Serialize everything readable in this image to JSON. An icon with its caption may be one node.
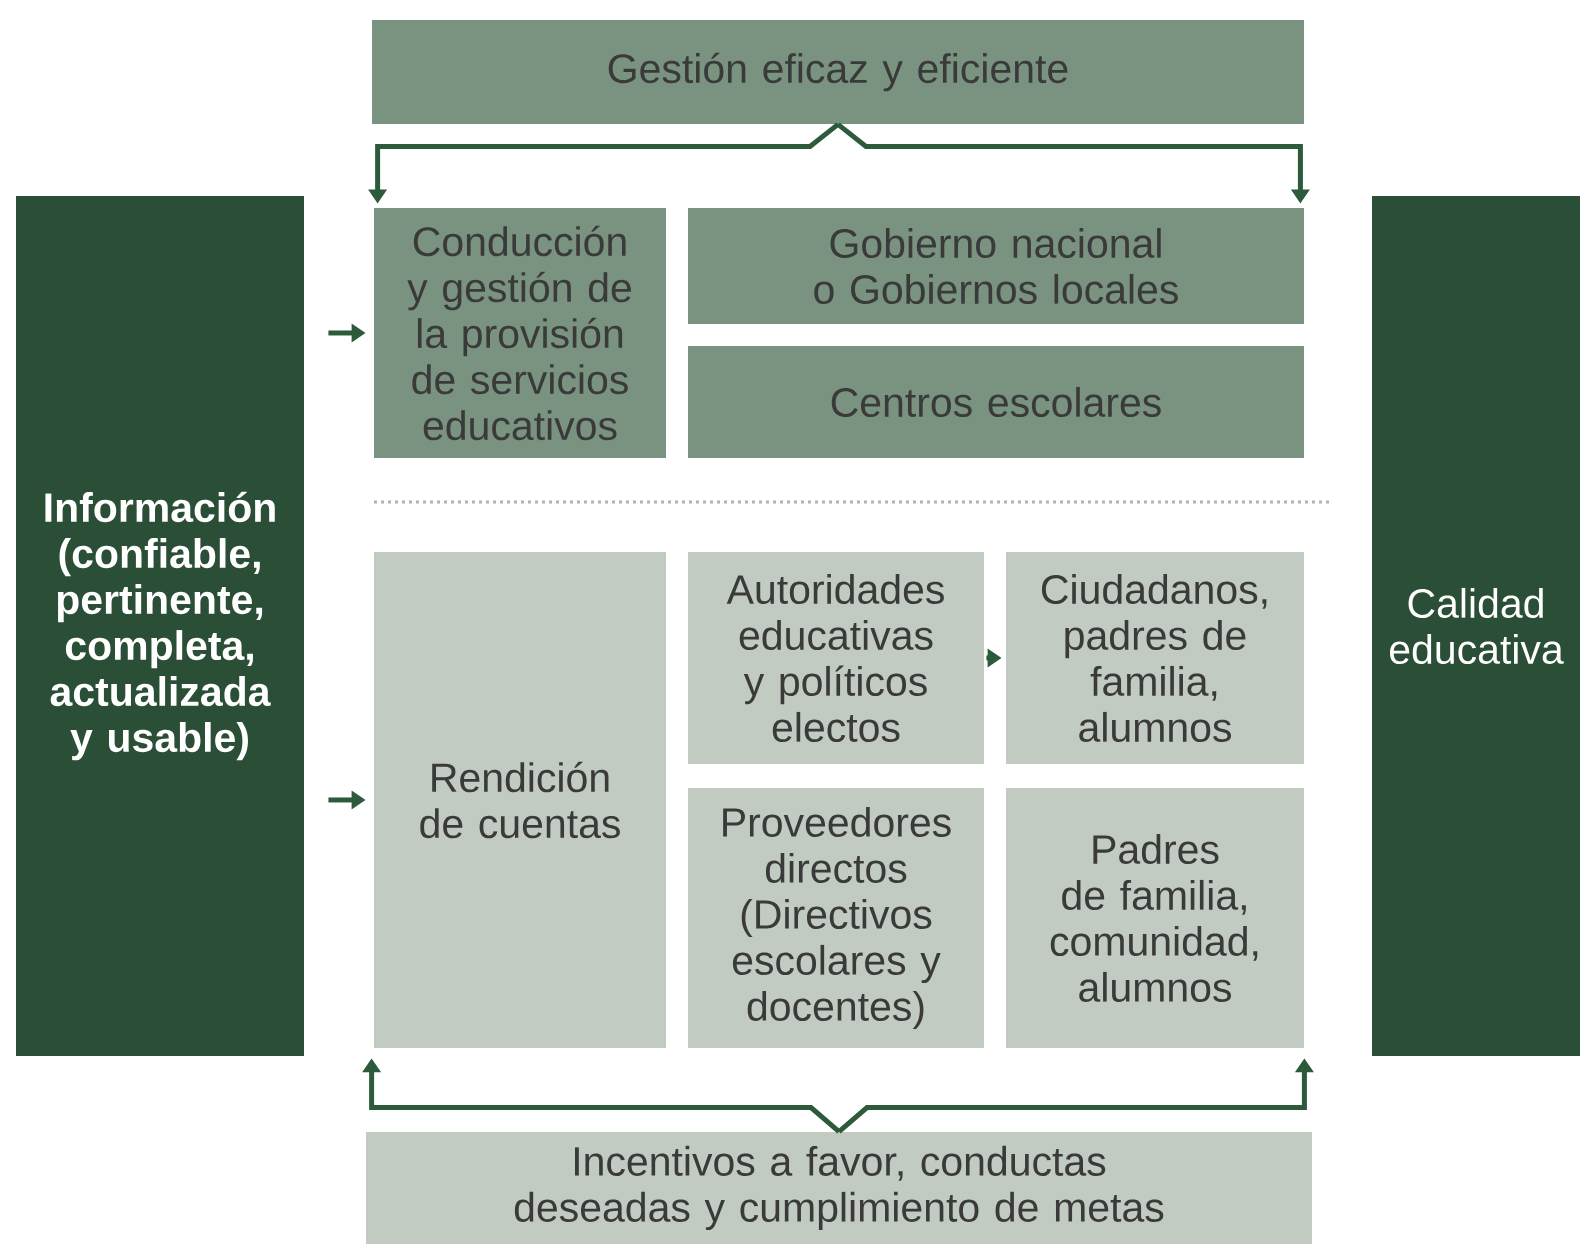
{
  "diagram": {
    "nodes": [
      {
        "text": [
          "Gestión eficaz y eficiente"
        ]
      },
      {
        "text": [
          "Información (confiable, pertinente, completa, actualizada y usable)"
        ]
      },
      {
        "text": [
          "Conducción y gestión de la provisión de servicios educativos"
        ]
      },
      {
        "text": [
          "Gobierno nacional o Gobiernos locales"
        ]
      },
      {
        "text": [
          "Centros escolares"
        ]
      },
      {
        "text": [
          "Calidad educativa"
        ]
      },
      {
        "text": [
          "Rendición de cuentas"
        ]
      },
      {
        "text": [
          "Autoridades educativas y políticos electos"
        ]
      },
      {
        "text": [
          "Ciudadanos, padres de familia, alumnos"
        ]
      },
      {
        "text": [
          "Proveedores directos (Directivos escolares y docentes)"
        ]
      },
      {
        "text": [
          "Padres de familia, comunidad, alumnos"
        ]
      },
      {
        "text": [
          "Incentivos a favor, conductas deseadas y cumplimiento de metas"
        ]
      }
    ],
    "edges": [
      {
        "from": 0,
        "to": 2,
        "arrow": "to"
      },
      {
        "from": 0,
        "to": 3,
        "arrow": "to"
      },
      {
        "from": 1,
        "to": 2,
        "arrow": "to"
      },
      {
        "from": 1,
        "to": 6,
        "arrow": "to"
      },
      {
        "from": 7,
        "to": 8,
        "arrow": "to"
      },
      {
        "from": 11,
        "to": 6,
        "arrow": "to"
      },
      {
        "from": 11,
        "to": 10,
        "arrow": "to"
      }
    ]
  }
}
